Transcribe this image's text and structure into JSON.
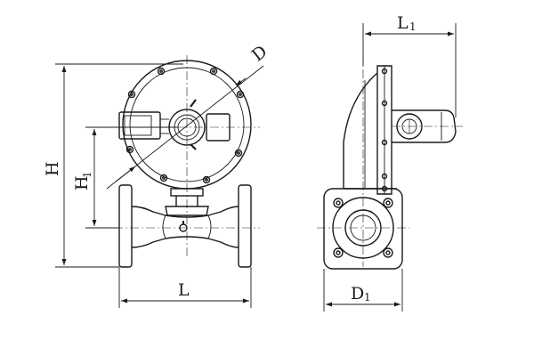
{
  "labels": {
    "D": "D",
    "H": "H",
    "H1_base": "H",
    "H1_sub": "1",
    "L": "L",
    "L1_base": "L",
    "L1_sub": "1",
    "D1_base": "D",
    "D1_sub": "1"
  }
}
